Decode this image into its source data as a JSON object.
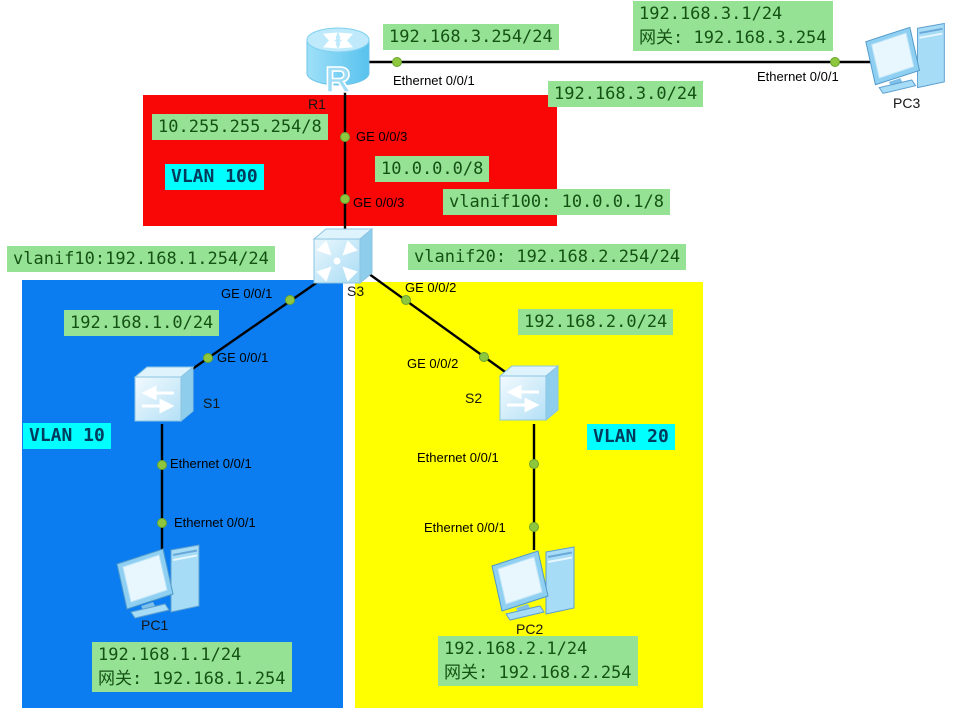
{
  "regions": {
    "vlan100": "VLAN 100",
    "vlan10": "VLAN 10",
    "vlan20": "VLAN 20"
  },
  "devices": {
    "r1": "R1",
    "s1": "S1",
    "s2": "S2",
    "s3": "S3",
    "pc1": "PC1",
    "pc2": "PC2",
    "pc3": "PC3"
  },
  "ports": {
    "r1_eth": "Ethernet 0/0/1",
    "pc3_eth": "Ethernet 0/0/1",
    "r1_ge003": "GE 0/0/3",
    "s3_ge003": "GE 0/0/3",
    "s3_ge001": "GE 0/0/1",
    "s1_ge001": "GE 0/0/1",
    "s3_ge002": "GE 0/0/2",
    "s2_ge002": "GE 0/0/2",
    "s1_eth": "Ethernet 0/0/1",
    "pc1_eth": "Ethernet 0/0/1",
    "s2_eth": "Ethernet 0/0/1",
    "pc2_eth": "Ethernet 0/0/1"
  },
  "ips": {
    "r1_eth_ip": "192.168.3.254/24",
    "pc3_ip": "192.168.3.1/24",
    "pc3_gw": "网关: 192.168.3.254",
    "net3": "192.168.3.0/24",
    "r1_loopback": "10.255.255.254/8",
    "net100": "10.0.0.0/8",
    "vlanif100": "vlanif100: 10.0.0.1/8",
    "vlanif10": "vlanif10:192.168.1.254/24",
    "vlanif20": "vlanif20: 192.168.2.254/24",
    "net1": "192.168.1.0/24",
    "net2": "192.168.2.0/24",
    "pc1_ip": "192.168.1.1/24",
    "pc1_gw": "网关: 192.168.1.254",
    "pc2_ip": "192.168.2.1/24",
    "pc2_gw": "网关: 192.168.2.254"
  },
  "icons": {
    "router_glyph": "R"
  },
  "colors": {
    "region_red": "#f90606",
    "region_blue": "#0b7df0",
    "region_yellow": "#ffff00",
    "ip_bg": "#96e295",
    "ip_text": "#145214",
    "vlan_bg": "#00ffff",
    "vlan_text": "#003a5c",
    "link": "#000000",
    "port_dot": "#8ec63e"
  }
}
